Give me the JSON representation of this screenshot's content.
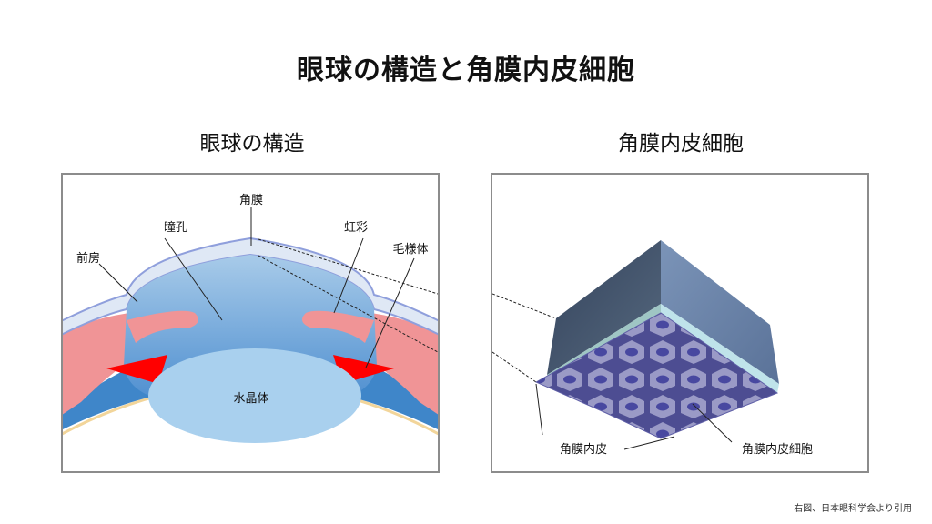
{
  "title": "眼球の構造と角膜内皮細胞",
  "left_panel": {
    "heading": "眼球の構造",
    "labels": {
      "cornea": "角膜",
      "pupil": "瞳孔",
      "iris": "虹彩",
      "ciliary_body": "毛様体",
      "anterior_chamber": "前房",
      "lens": "水晶体"
    }
  },
  "right_panel": {
    "heading": "角膜内皮細胞",
    "labels": {
      "endothelium": "角膜内皮",
      "endothelial_cells": "角膜内皮細胞"
    }
  },
  "credit": "右図、日本眼科学会より引用",
  "colors": {
    "cornea_fill": "#dfe8f5",
    "cornea_stroke": "#8f9fdc",
    "chamber_top": "#a8cbe9",
    "chamber_bottom": "#5b9bd5",
    "iris": "#f09496",
    "ciliary_muscle": "#ff0000",
    "sclera_blue": "#3f86c9",
    "lens": "#a9d0ee",
    "cube_top_left": "#3d4e68",
    "cube_top_right": "#6b86ab",
    "cube_layer": "#bfe3ea",
    "cells_bg": "#5a5aa0",
    "cell_fill": "#9898c4",
    "nucleus": "#4a4a9a"
  }
}
